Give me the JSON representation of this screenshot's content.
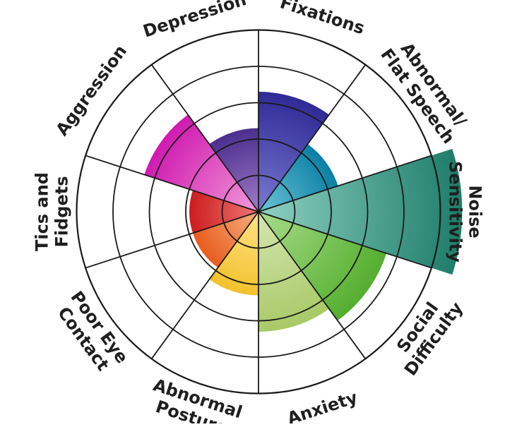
{
  "chart_data": {
    "type": "polar-area",
    "scale_rings": 5,
    "rmax": 5,
    "grid": true,
    "grid_color": "#1a1a1a",
    "categories": [
      {
        "label": [
          "Fixations"
        ],
        "value": 3.3,
        "colors": [
          "#7a7ad0",
          "#2f2a96"
        ]
      },
      {
        "label": [
          "Abnormal/",
          "Flat Speech"
        ],
        "value": 2.3,
        "colors": [
          "#6cc4d6",
          "#0a7fa5"
        ]
      },
      {
        "label": [
          "Noise",
          "Sensitivity"
        ],
        "value": 5.6,
        "colors": [
          "#8fd1c2",
          "#1f7d6a"
        ]
      },
      {
        "label": [
          "Social",
          "Difficulty"
        ],
        "value": 3.7,
        "colors": [
          "#a9dc8a",
          "#55ae2f"
        ]
      },
      {
        "label": [
          "Anxiety"
        ],
        "value": 3.3,
        "colors": [
          "#d5e6b2",
          "#a9c967"
        ]
      },
      {
        "label": [
          "Abnormal",
          "Posture"
        ],
        "value": 2.3,
        "colors": [
          "#ffe289",
          "#f2c22c"
        ]
      },
      {
        "label": [
          "Poor Eye",
          "Contact"
        ],
        "value": 1.9,
        "colors": [
          "#f7ae80",
          "#e85d1f"
        ]
      },
      {
        "label": [
          "Tics and",
          "Fidgets"
        ],
        "value": 1.9,
        "colors": [
          "#f17575",
          "#cc1d1f"
        ]
      },
      {
        "label": [
          "Aggression"
        ],
        "value": 3.3,
        "colors": [
          "#f39ad9",
          "#cf1ab0"
        ]
      },
      {
        "label": [
          "Depression"
        ],
        "value": 2.3,
        "colors": [
          "#a07cc8",
          "#4b2f8e"
        ]
      }
    ]
  }
}
